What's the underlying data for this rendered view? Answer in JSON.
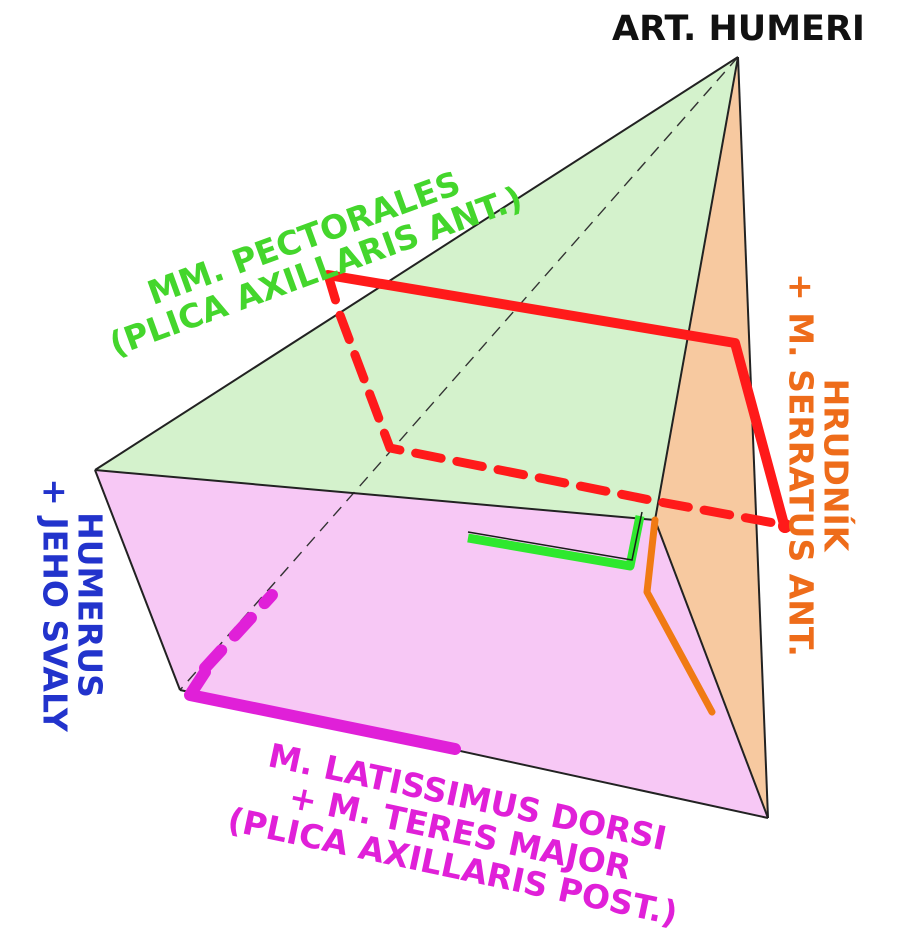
{
  "labels": {
    "apex": "ART. HUMERI",
    "anterior_wall": {
      "line1": "MM. PECTORALES",
      "line2": "(PLICA AXILLARIS ANT.)"
    },
    "medial_wall": {
      "line1": "HRUDNÍK",
      "line2": "+ M. SERRATUS ANT."
    },
    "lateral_wall": {
      "line1": "HUMERUS",
      "line2": "+ JEHO SVALY"
    },
    "posterior_wall": {
      "line1": "M. LATISSIMUS DORSI",
      "line2": "+ M. TERES MAJOR",
      "line3": "(PLICA AXILLARIS POST.)"
    }
  },
  "colors": {
    "apex": "#111111",
    "anterior_wall_label": "#44d62c",
    "medial_wall_label": "#ee6c1a",
    "lateral_wall_label": "#2233cc",
    "posterior_wall_label": "#e020d8",
    "anterior_face": "#d4f2cc",
    "medial_face": "#f7c9a0",
    "lateral_face": "#c8c6f2",
    "posterior_face": "#f7c8f5",
    "section_line": "#ff1a1a",
    "anterior_marker": "#2ee82e",
    "medial_marker": "#f07a14",
    "posterior_marker": "#e020d8",
    "outline": "#222222"
  }
}
